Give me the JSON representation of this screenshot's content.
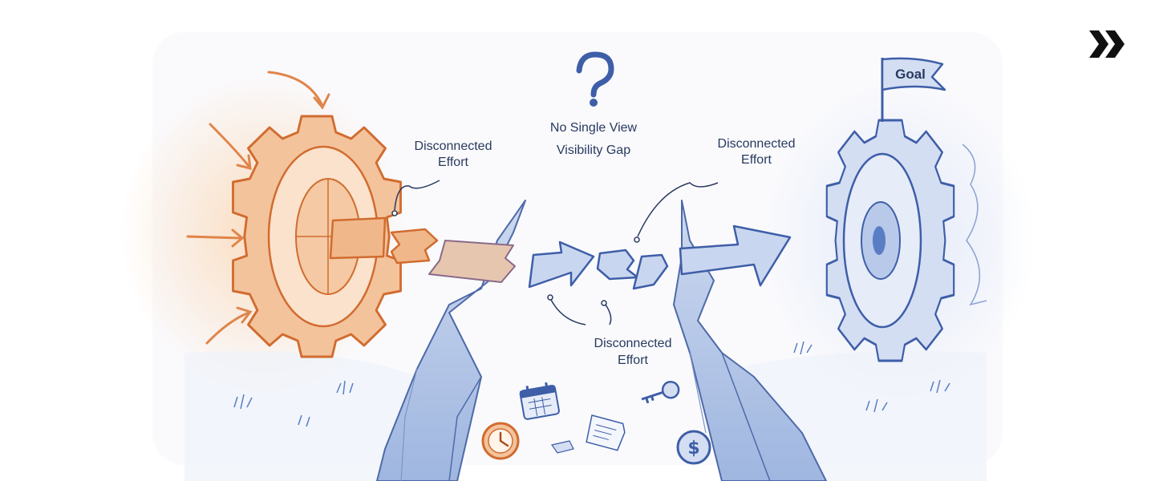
{
  "labels": {
    "left_effort": [
      "Disconnected",
      "Effort"
    ],
    "center_question": [
      "No Single View",
      "Visibility Gap"
    ],
    "right_effort": [
      "Disconnected",
      "Effort"
    ],
    "bottom_effort": [
      "Disconnected",
      "Effort"
    ],
    "goal_flag": "Goal"
  },
  "icons": [
    "chevron-double-right-icon",
    "question-mark-icon",
    "gear-icon",
    "flag-icon",
    "calendar-icon",
    "clock-icon",
    "key-icon",
    "document-icon",
    "dollar-coin-icon",
    "arrow-icon"
  ],
  "colors": {
    "orange_gear": "#e0854a",
    "blue_gear": "#5a7ec4",
    "ink": "#2a3a60",
    "forward_icon": "#111111"
  }
}
